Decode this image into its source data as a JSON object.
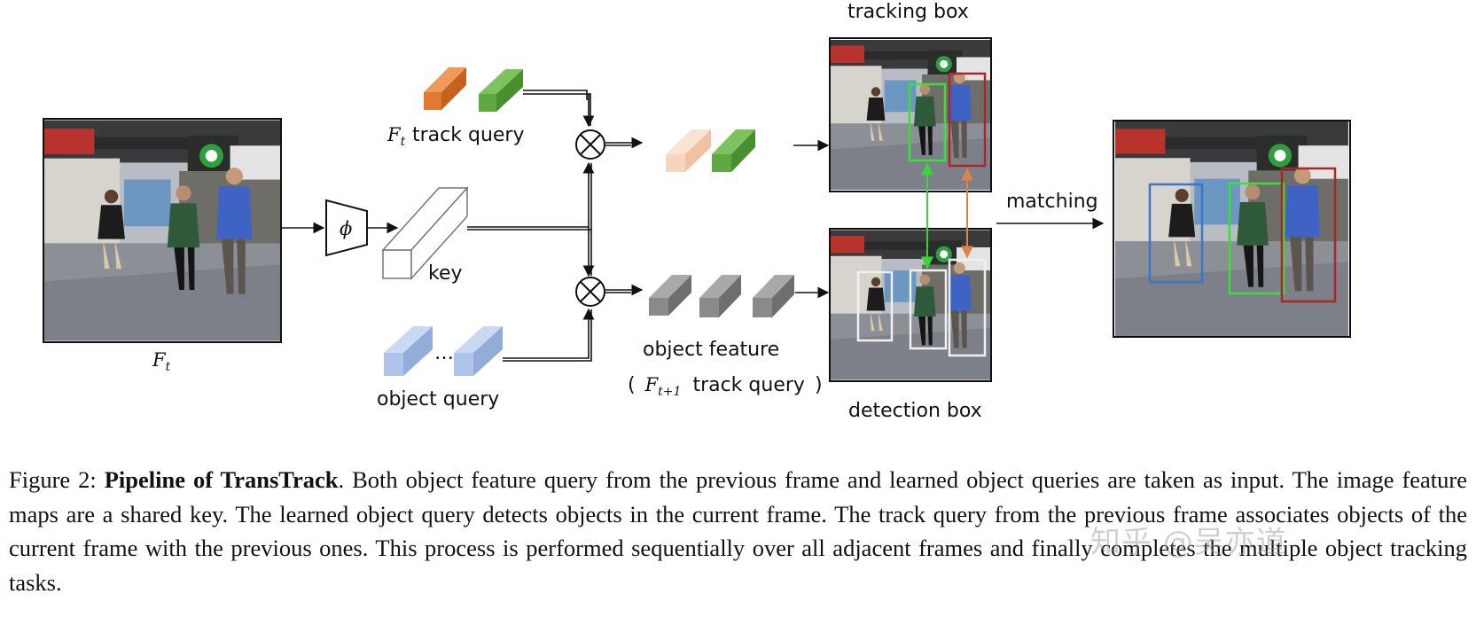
{
  "figure": {
    "labels": {
      "input_frame": "F",
      "input_frame_sub": "t",
      "encoder_symbol": "ϕ",
      "key": "key",
      "track_query_var": "F",
      "track_query_var_sub": "t",
      "track_query": "track query",
      "object_query": "object query",
      "ellipsis": "…",
      "object_feature": "object feature",
      "next_track_open": "(",
      "next_track_var": "F",
      "next_track_var_sub": "t+1",
      "next_track_query": "track query",
      "next_track_close": ")",
      "tracking_box": "tracking box",
      "detection_box": "detection box",
      "matching": "matching",
      "multiply_symbol": "⊗"
    },
    "colors": {
      "track_query_orange": "#e07a33",
      "track_query_green": "#5fa843",
      "object_query_blue": "#aec4ea",
      "object_feature_gray": "#8a8a8a",
      "box_green": "#39e03a",
      "box_red": "#a8282a",
      "box_blue": "#3f75c8",
      "box_white": "#f0f0f0",
      "arrow_green": "#39d63a",
      "arrow_orange": "#d9844a"
    },
    "scene_icons": [
      "street-scene-photo",
      "walking-person",
      "supermarket-logo"
    ]
  },
  "caption": {
    "prefix": "Figure 2: ",
    "title": "Pipeline of TransTrack",
    "body": ". Both object feature query from the previous frame and learned object queries are taken as input. The image feature maps are a shared key. The learned object query detects objects in the current frame. The track query from the previous frame associates objects of the current frame with the previous ones. This process is performed sequentially over all adjacent frames and finally completes the multiple object tracking tasks."
  },
  "watermark": "知乎 @吴亦道"
}
